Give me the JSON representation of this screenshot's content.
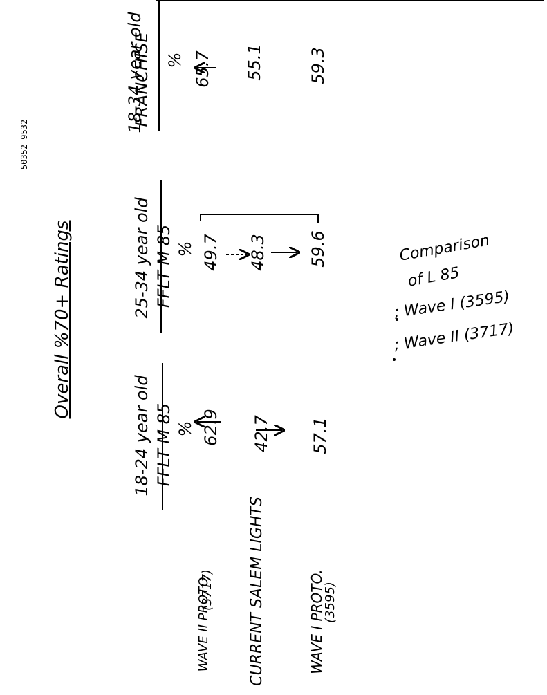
{
  "doc_id": "50352 9532",
  "title": "Overall %70+ Ratings",
  "columns": [
    {
      "age": "18-24 year old",
      "brand": "FFLT M 85",
      "unit": "%"
    },
    {
      "age": "25-34 year old",
      "brand": "FFLT M 85",
      "unit": "%"
    },
    {
      "age": "18-34 year old",
      "brand": "FRANCHISE",
      "unit": "%"
    }
  ],
  "rows": [
    {
      "label": "WAVE II PROTO",
      "sub": "(3717)",
      "values": [
        "62.9",
        "49.7",
        "65.7"
      ]
    },
    {
      "label": "CURRENT SALEM LIGHTS",
      "sub": "",
      "values": [
        "42.7",
        "48.3",
        "55.1"
      ]
    },
    {
      "label": "WAVE I PROTO.",
      "sub": "(3595)",
      "values": [
        "57.1",
        "59.6",
        "59.3"
      ]
    }
  ],
  "note": {
    "line1": "Comparison",
    "line2": "of L 85",
    "line3": "; Wave I (3595)",
    "line4": "; Wave II (3717)"
  }
}
